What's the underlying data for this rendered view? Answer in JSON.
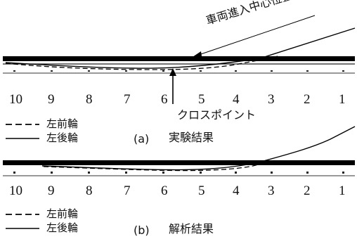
{
  "panel_a": {
    "numbers": [
      "10",
      "9",
      "8",
      "7",
      "6",
      "5",
      "4",
      "3",
      "2",
      "1"
    ],
    "legend": {
      "front": "左前輪",
      "rear": "左後輪"
    },
    "caption_label": "(a)",
    "caption_text": "実験結果",
    "annotation_top": "車両進入中心位置",
    "annotation_bottom": "クロスポイント"
  },
  "panel_b": {
    "numbers": [
      "10",
      "9",
      "8",
      "7",
      "6",
      "5",
      "4",
      "3",
      "2",
      "1"
    ],
    "legend": {
      "front": "左前輪",
      "rear": "左後輪"
    },
    "caption_label": "(b)",
    "caption_text": "解析結果"
  }
}
